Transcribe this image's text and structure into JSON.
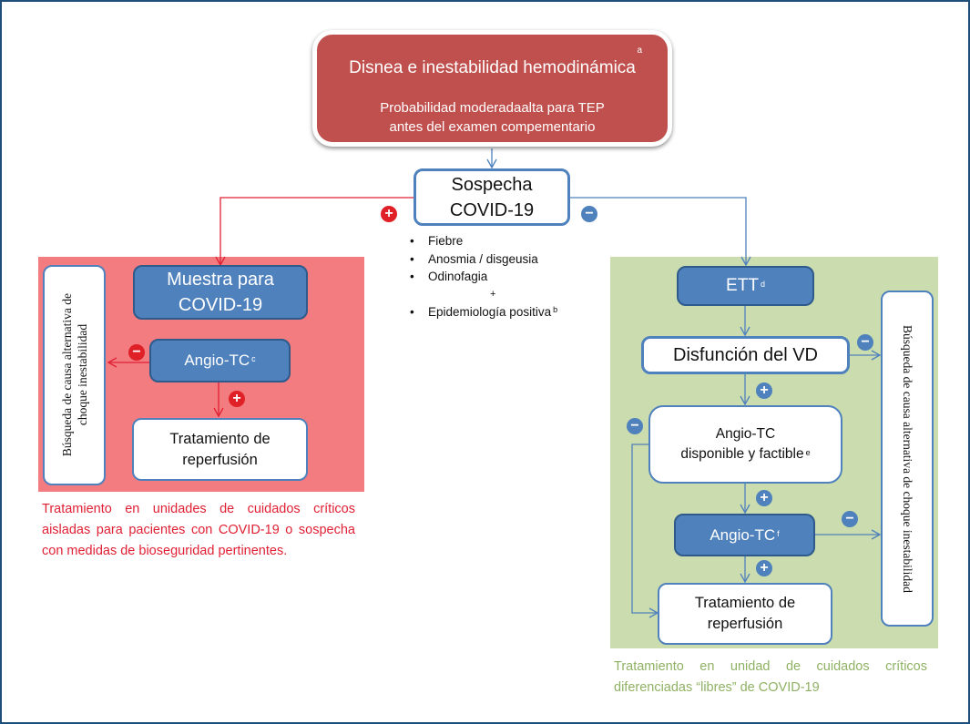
{
  "top_box": {
    "title": "Disnea e inestabilidad hemodinámica",
    "title_sup": "a",
    "subtitle_line1": "Probabilidad moderadaalta para TEP",
    "subtitle_line2": "antes del examen compementario"
  },
  "suspicion": {
    "line1": "Sospecha",
    "line2": "COVID-19",
    "criteria": [
      "Fiebre",
      "Anosmia / disgeusia",
      "Odinofagia"
    ],
    "plus": "+",
    "extra": "Epidemiología positiva",
    "extra_sup": "b"
  },
  "signs": {
    "positive": "+",
    "negative": "−"
  },
  "left_branch": {
    "sample_line1": "Muestra para",
    "sample_line2": "COVID-19",
    "angio": "Angio-TC",
    "angio_sup": "c",
    "treatment_line1": "Tratamiento de",
    "treatment_line2": "reperfusión",
    "alt_line1": "Búsqueda de causa alternativa de",
    "alt_line2": "choque inestabilidad",
    "caption": "Tratamiento en unidades de cuidados críticos aisladas para pacientes con COVID-19 o sospecha con medidas de bioseguridad pertinentes.",
    "color": "#e02034"
  },
  "right_branch": {
    "ett": "ETT",
    "ett_sup": "d",
    "dysfunction": "Disfunción del VD",
    "angio_avail_line1": "Angio-TC",
    "angio_avail_line2": "disponible y factible",
    "angio_avail_sup": "e",
    "angio": "Angio-TC",
    "angio_sup": "f",
    "treatment_line1": "Tratamiento de",
    "treatment_line2": "reperfusión",
    "alt": "Búsqueda de causa alternativa de choque inestabilidad",
    "caption": "Tratamiento en unidad de cuidados críticos diferenciadas “libres” de COVID-19",
    "color": "#8fb164"
  }
}
